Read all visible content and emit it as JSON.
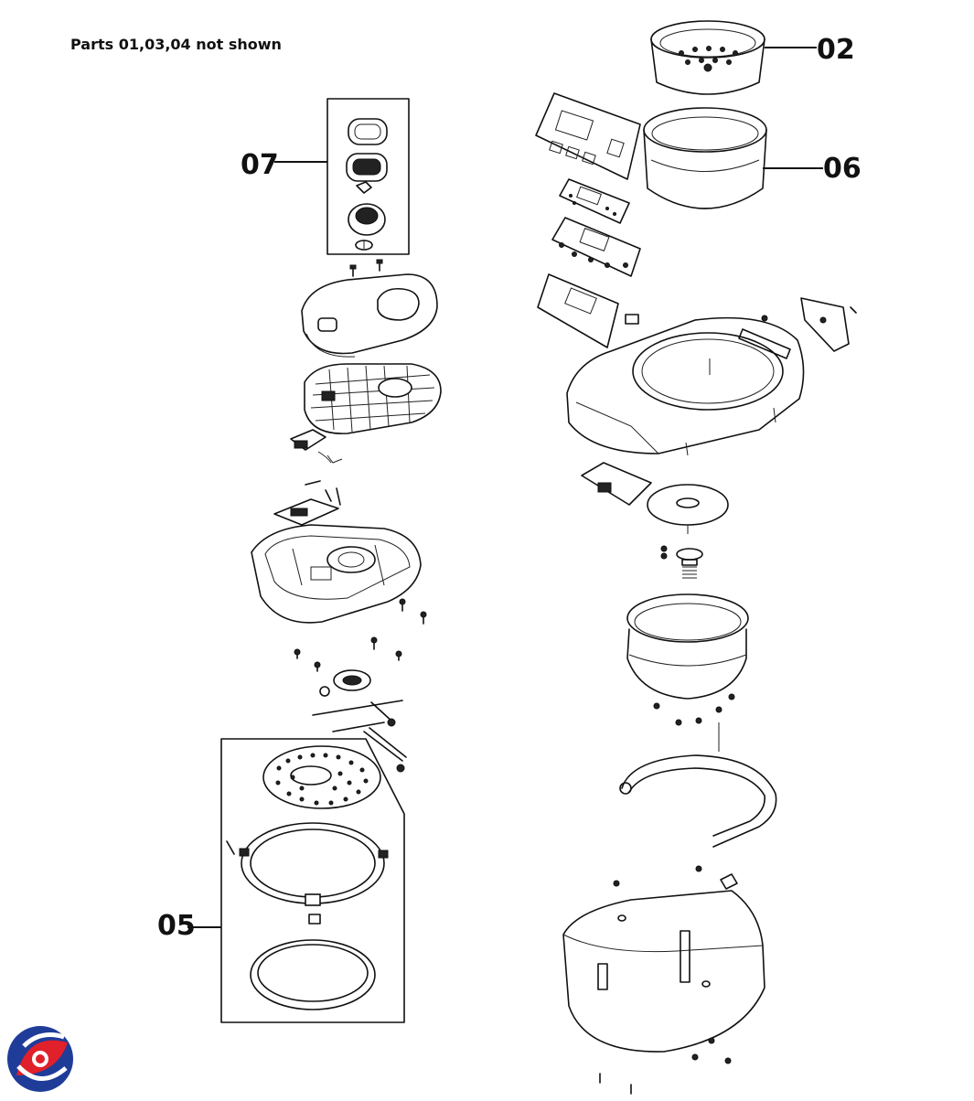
{
  "diagram": {
    "note": "Parts 01,03,04 not shown",
    "callouts": [
      {
        "id": "02",
        "label": "02"
      },
      {
        "id": "06",
        "label": "06"
      },
      {
        "id": "07",
        "label": "07"
      },
      {
        "id": "05",
        "label": "05"
      }
    ]
  },
  "logo": {
    "name": "brand-logo",
    "colors": {
      "blue": "#1f3c99",
      "red": "#e0202a"
    }
  }
}
